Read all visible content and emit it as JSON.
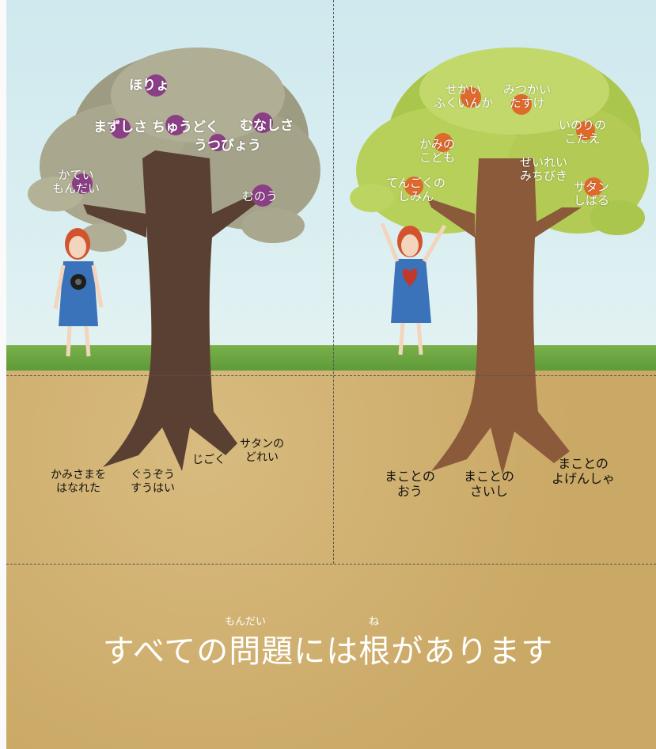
{
  "left_tree": {
    "fruit_labels": [
      {
        "text": "ほりょ"
      },
      {
        "text": "まずしさ"
      },
      {
        "text": "ちゅうどく"
      },
      {
        "text": "むなしさ"
      },
      {
        "text": "うつびょう"
      },
      {
        "text": "かてい\nもんだい"
      },
      {
        "text": "むのう"
      }
    ],
    "root_labels": [
      {
        "text": "かみさまを\nはなれた"
      },
      {
        "text": "ぐうぞう\nすうはい"
      },
      {
        "text": "じごく"
      },
      {
        "text": "サタンの\nどれい"
      }
    ]
  },
  "right_tree": {
    "fruit_labels": [
      {
        "text": "せかい\nふくいんか"
      },
      {
        "text": "みつかい\nたすけ"
      },
      {
        "text": "いのりの\nこたえ"
      },
      {
        "text": "かみの\nこども"
      },
      {
        "text": "せいれい\nみちびき"
      },
      {
        "text": "てんごくの\nしみん"
      },
      {
        "text": "サタン\nしばる"
      }
    ],
    "root_labels": [
      {
        "text": "まことの\nおう"
      },
      {
        "text": "まことの\nさいし"
      },
      {
        "text": "まことの\nよげんしゃ"
      }
    ]
  },
  "caption": {
    "title": "すべての問題には根があります",
    "ruby_mondai": "もんだい",
    "ruby_ne": "ね"
  },
  "colors": {
    "sky": "#d6edf0",
    "grass": "#66a33d",
    "soil": "#cfae6c",
    "left_leaves": "#a7a58c",
    "right_leaves": "#b7cf55",
    "left_fruit": "#8b3f86",
    "right_fruit": "#e06a2c"
  }
}
